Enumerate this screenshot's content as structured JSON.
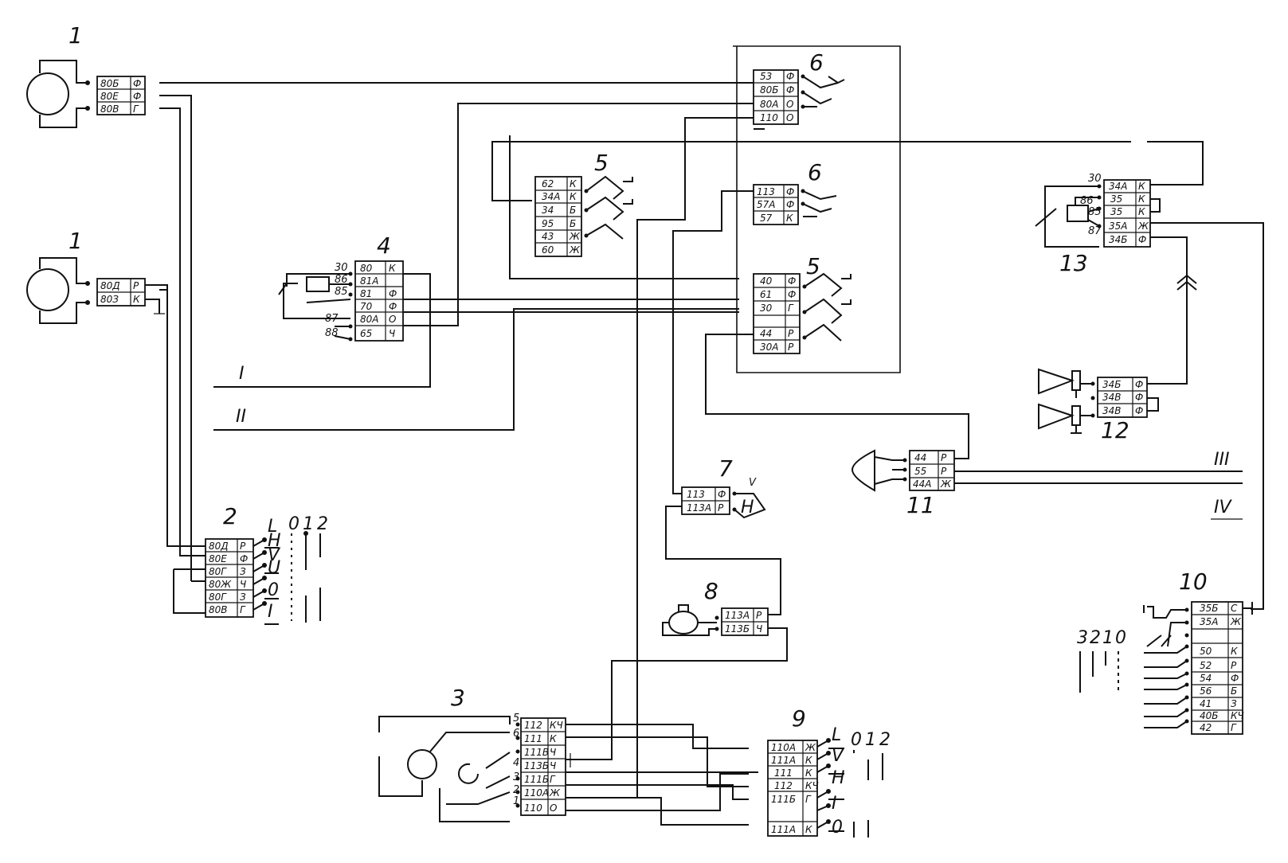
{
  "components": {
    "c1a": {
      "num": "1",
      "pins": [
        [
          "80Б",
          "Ф"
        ],
        [
          "80Е",
          "Ф"
        ],
        [
          "80В",
          "Г"
        ]
      ]
    },
    "c1b": {
      "num": "1",
      "pins": [
        [
          "80Д",
          "Р"
        ],
        [
          "80З",
          "К"
        ]
      ]
    },
    "c2": {
      "num": "2",
      "pins": [
        [
          "80Д",
          "Р"
        ],
        [
          "80Е",
          "Ф"
        ],
        [
          "80Г",
          "З"
        ],
        [
          "80Ж",
          "Ч"
        ],
        [
          "80Г",
          "З"
        ],
        [
          "80В",
          "Г"
        ]
      ],
      "levers": [
        "L",
        "H",
        "V",
        "U",
        "0",
        "I"
      ],
      "positions": [
        "0",
        "1",
        "2"
      ]
    },
    "c3": {
      "num": "3",
      "pins": [
        [
          "112",
          "КЧ"
        ],
        [
          "111",
          "К"
        ],
        [
          "111В",
          "Ч"
        ],
        [
          "113Б",
          "Ч"
        ],
        [
          "111Б",
          "Г"
        ],
        [
          "110А",
          "Ж"
        ],
        [
          "110",
          "О"
        ]
      ],
      "terms": [
        "5",
        "6",
        "4",
        "3",
        "2",
        "1"
      ]
    },
    "c4": {
      "num": "4",
      "pins": [
        [
          "80",
          "К"
        ],
        [
          "81А",
          ""
        ],
        [
          "81",
          "Ф"
        ],
        [
          "70",
          "Ф"
        ],
        [
          "80А",
          "О"
        ],
        [
          "65",
          "Ч"
        ]
      ],
      "terms": [
        "30",
        "86",
        "85",
        "87",
        "88"
      ]
    },
    "c5a": {
      "num": "5",
      "pins": [
        [
          "62",
          "К"
        ],
        [
          "34А",
          "К"
        ],
        [
          "34",
          "Б"
        ],
        [
          "95",
          "Б"
        ],
        [
          "43",
          "Ж"
        ],
        [
          "60",
          "Ж"
        ]
      ]
    },
    "c5b": {
      "num": "5",
      "pins": [
        [
          "40",
          "Ф"
        ],
        [
          "61",
          "Ф"
        ],
        [
          "30",
          "Г"
        ],
        [
          "44",
          "Р"
        ],
        [
          "30А",
          "Р"
        ]
      ]
    },
    "c6a": {
      "num": "6",
      "pins": [
        [
          "53",
          "Ф"
        ],
        [
          "80Б",
          "Ф"
        ],
        [
          "80А",
          "О"
        ],
        [
          "110",
          "О"
        ]
      ]
    },
    "c6b": {
      "num": "6",
      "pins": [
        [
          "113",
          "Ф"
        ],
        [
          "57А",
          "Ф"
        ],
        [
          "57",
          "К"
        ]
      ]
    },
    "c7": {
      "num": "7",
      "pins": [
        [
          "113",
          "Ф"
        ],
        [
          "113А",
          "Р"
        ]
      ],
      "mark": "V",
      "sw": "Н"
    },
    "c8": {
      "num": "8",
      "pins": [
        [
          "113А",
          "Р"
        ],
        [
          "113Б",
          "Ч"
        ]
      ]
    },
    "c9": {
      "num": "9",
      "pins": [
        [
          "110А",
          "Ж"
        ],
        [
          "111А",
          "К"
        ],
        [
          "111",
          "К"
        ],
        [
          "112",
          "КЧ"
        ],
        [
          "111Б",
          "Г"
        ],
        [
          "111А",
          "К"
        ]
      ],
      "levers": [
        "L",
        "V",
        "H",
        "I",
        "0"
      ],
      "positions": [
        "0",
        "1",
        "2"
      ]
    },
    "c10": {
      "num": "10",
      "pins": [
        [
          "35Б",
          "С"
        ],
        [
          "35А",
          "Ж"
        ],
        [
          "50",
          "К"
        ],
        [
          "52",
          "Р"
        ],
        [
          "54",
          "Ф"
        ],
        [
          "56",
          "Б"
        ],
        [
          "41",
          "З"
        ],
        [
          "40Б",
          "КЧ"
        ],
        [
          "42",
          "Г"
        ]
      ],
      "positions": [
        "3",
        "2",
        "1",
        "0"
      ]
    },
    "c11": {
      "num": "11",
      "pins": [
        [
          "44",
          "Р"
        ],
        [
          "55",
          "Р"
        ],
        [
          "44А",
          "Ж"
        ]
      ]
    },
    "c12": {
      "num": "12",
      "pins": [
        [
          "34Б",
          "Ф"
        ],
        [
          "34В",
          "Ф"
        ],
        [
          "34В",
          "Ф"
        ]
      ]
    },
    "c13": {
      "num": "13",
      "pins": [
        [
          "34А",
          "К"
        ],
        [
          "35",
          "К"
        ],
        [
          "35",
          "К"
        ],
        [
          "35А",
          "Ж"
        ],
        [
          "34Б",
          "Ф"
        ]
      ],
      "terms": [
        "30",
        "86",
        "85",
        "87"
      ]
    }
  },
  "romans": [
    "I",
    "II",
    "III",
    "IV"
  ]
}
